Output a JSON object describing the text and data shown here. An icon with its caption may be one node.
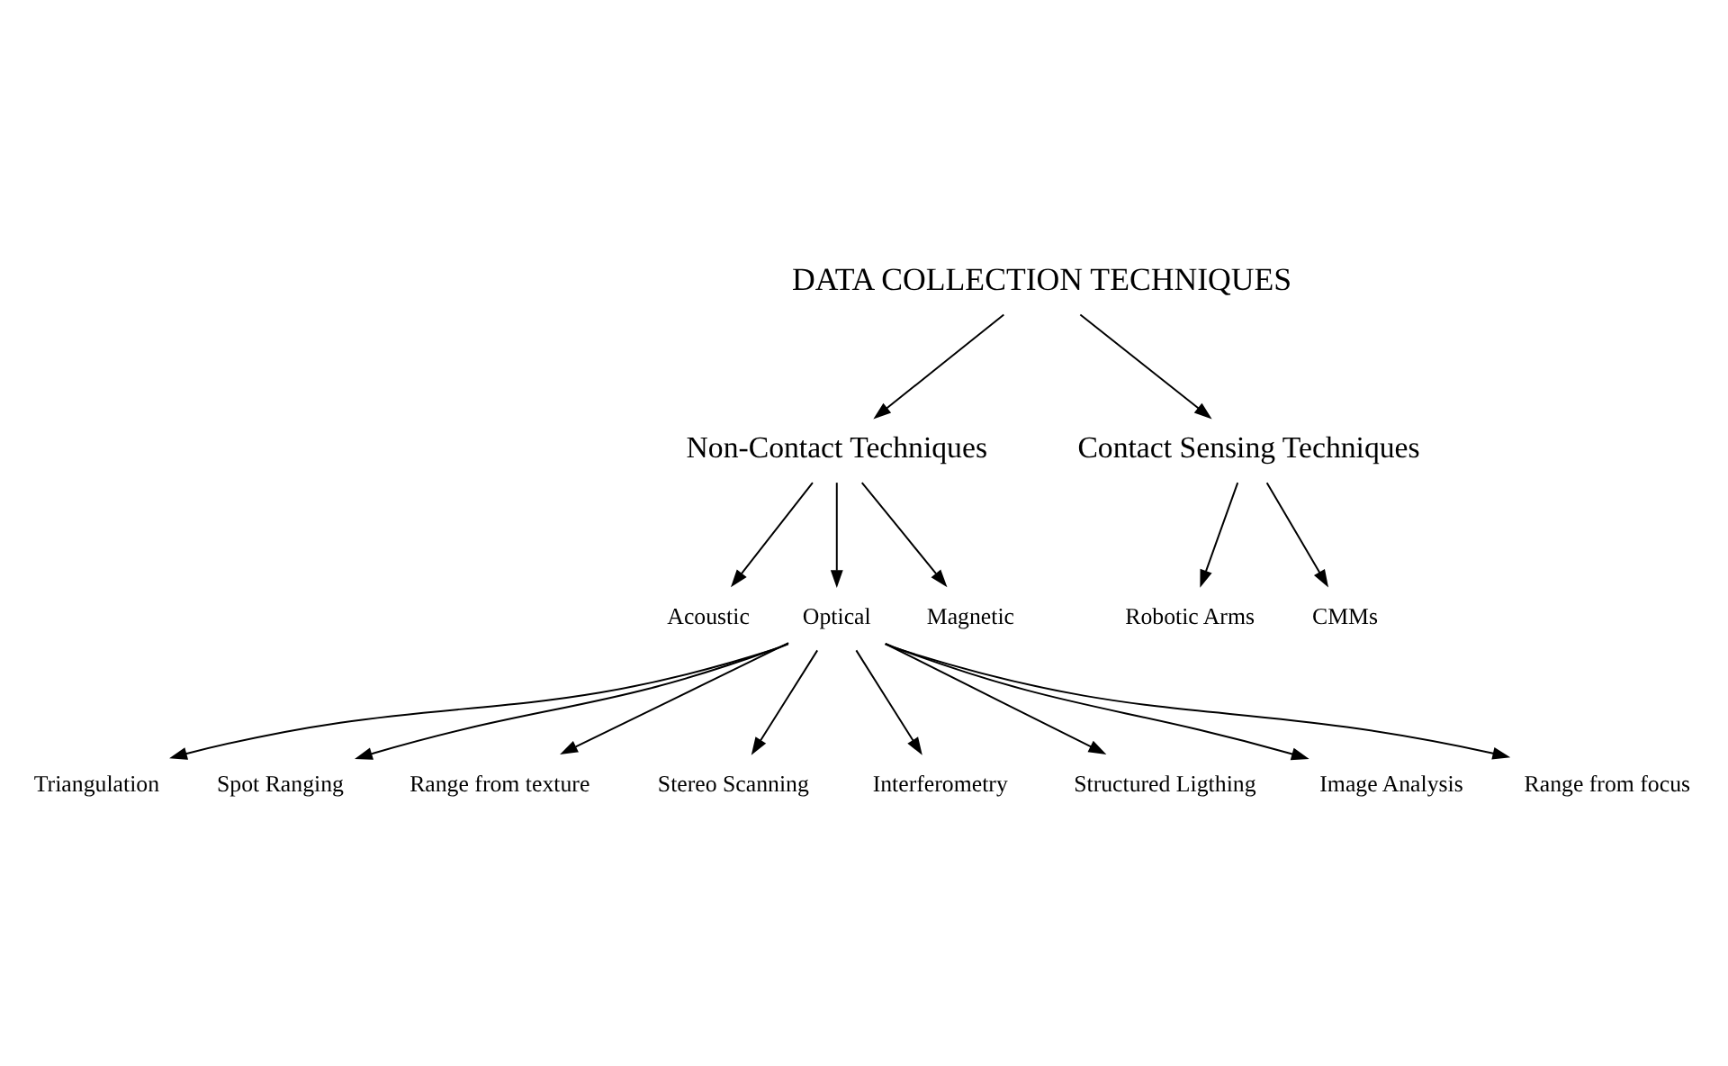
{
  "diagram": {
    "nodes": [
      {
        "text": [
          "DATA COLLECTION TECHNIQUES"
        ]
      },
      {
        "text": [
          "Non-Contact Techniques"
        ]
      },
      {
        "text": [
          "Contact Sensing Techniques"
        ]
      },
      {
        "text": [
          "Acoustic"
        ]
      },
      {
        "text": [
          "Optical"
        ]
      },
      {
        "text": [
          "Magnetic"
        ]
      },
      {
        "text": [
          "Robotic Arms"
        ]
      },
      {
        "text": [
          "CMMs"
        ]
      },
      {
        "text": [
          "Triangulation"
        ]
      },
      {
        "text": [
          "Spot Ranging"
        ]
      },
      {
        "text": [
          "Range from texture"
        ]
      },
      {
        "text": [
          "Stereo Scanning"
        ]
      },
      {
        "text": [
          "Interferometry"
        ]
      },
      {
        "text": [
          "Structured Ligthing"
        ]
      },
      {
        "text": [
          "Image Analysis"
        ]
      },
      {
        "text": [
          "Range from focus"
        ]
      }
    ],
    "edges": [
      {
        "from": 0,
        "to": 1,
        "arrow": "to"
      },
      {
        "from": 0,
        "to": 2,
        "arrow": "to"
      },
      {
        "from": 1,
        "to": 3,
        "arrow": "to"
      },
      {
        "from": 1,
        "to": 4,
        "arrow": "to"
      },
      {
        "from": 1,
        "to": 5,
        "arrow": "to"
      },
      {
        "from": 2,
        "to": 6,
        "arrow": "to"
      },
      {
        "from": 2,
        "to": 7,
        "arrow": "to"
      },
      {
        "from": 4,
        "to": 8,
        "arrow": "to"
      },
      {
        "from": 4,
        "to": 9,
        "arrow": "to"
      },
      {
        "from": 4,
        "to": 10,
        "arrow": "to"
      },
      {
        "from": 4,
        "to": 11,
        "arrow": "to"
      },
      {
        "from": 4,
        "to": 12,
        "arrow": "to"
      },
      {
        "from": 4,
        "to": 13,
        "arrow": "to"
      },
      {
        "from": 4,
        "to": 14,
        "arrow": "to"
      },
      {
        "from": 4,
        "to": 15,
        "arrow": "to"
      }
    ]
  }
}
